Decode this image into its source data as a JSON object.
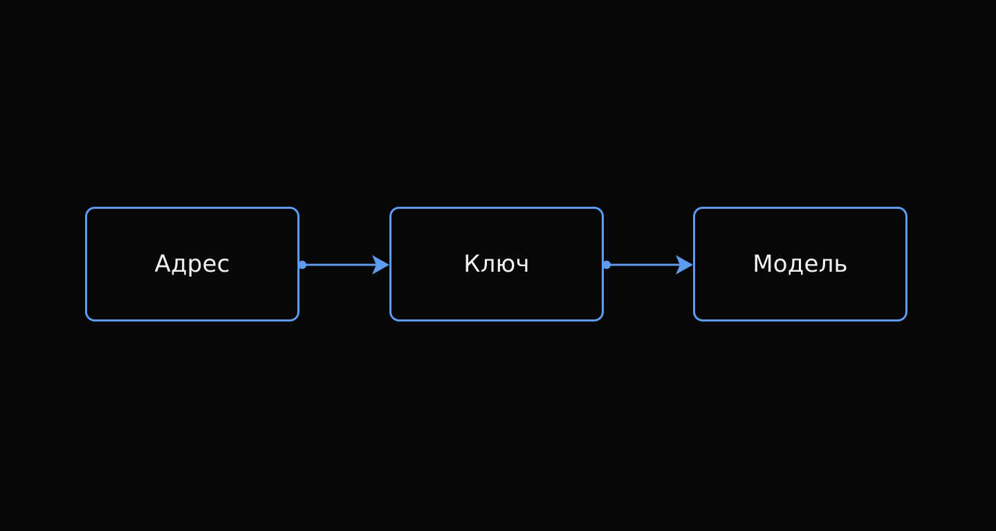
{
  "diagram": {
    "accent_color": "#5e9cf0",
    "background_color": "#070707",
    "text_color": "#f2f2f2",
    "nodes": [
      {
        "id": "n1",
        "label": "Адрес"
      },
      {
        "id": "n2",
        "label": "Ключ"
      },
      {
        "id": "n3",
        "label": "Модель"
      }
    ],
    "edges": [
      {
        "from": "n1",
        "to": "n2"
      },
      {
        "from": "n2",
        "to": "n3"
      }
    ]
  }
}
